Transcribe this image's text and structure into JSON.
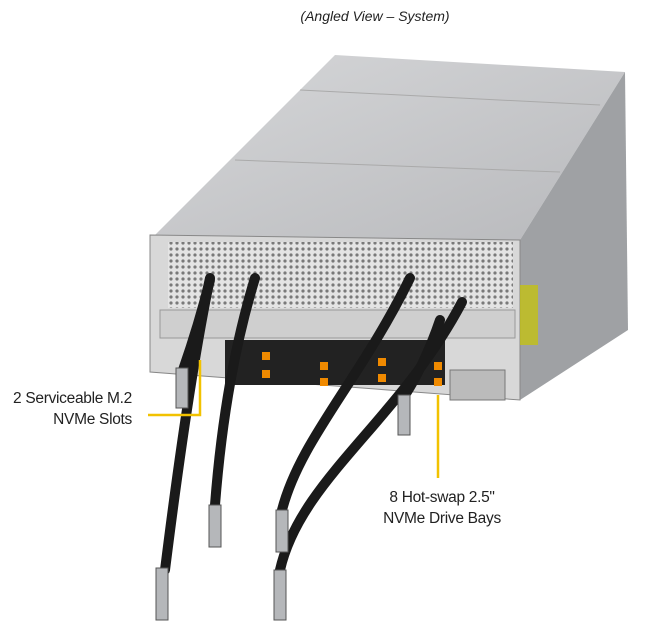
{
  "title": "(Angled View – System)",
  "callouts": {
    "m2": {
      "line1": "2 Serviceable M.2",
      "line2": "NVMe Slots"
    },
    "drives": {
      "line1": "8 Hot-swap 2.5\"",
      "line2": "NVMe Drive Bays"
    }
  },
  "colors": {
    "leader": "#f2c200",
    "chassis": "#c9cacc",
    "hose": "#1a1a1a",
    "drive_tab": "#f08a00"
  }
}
